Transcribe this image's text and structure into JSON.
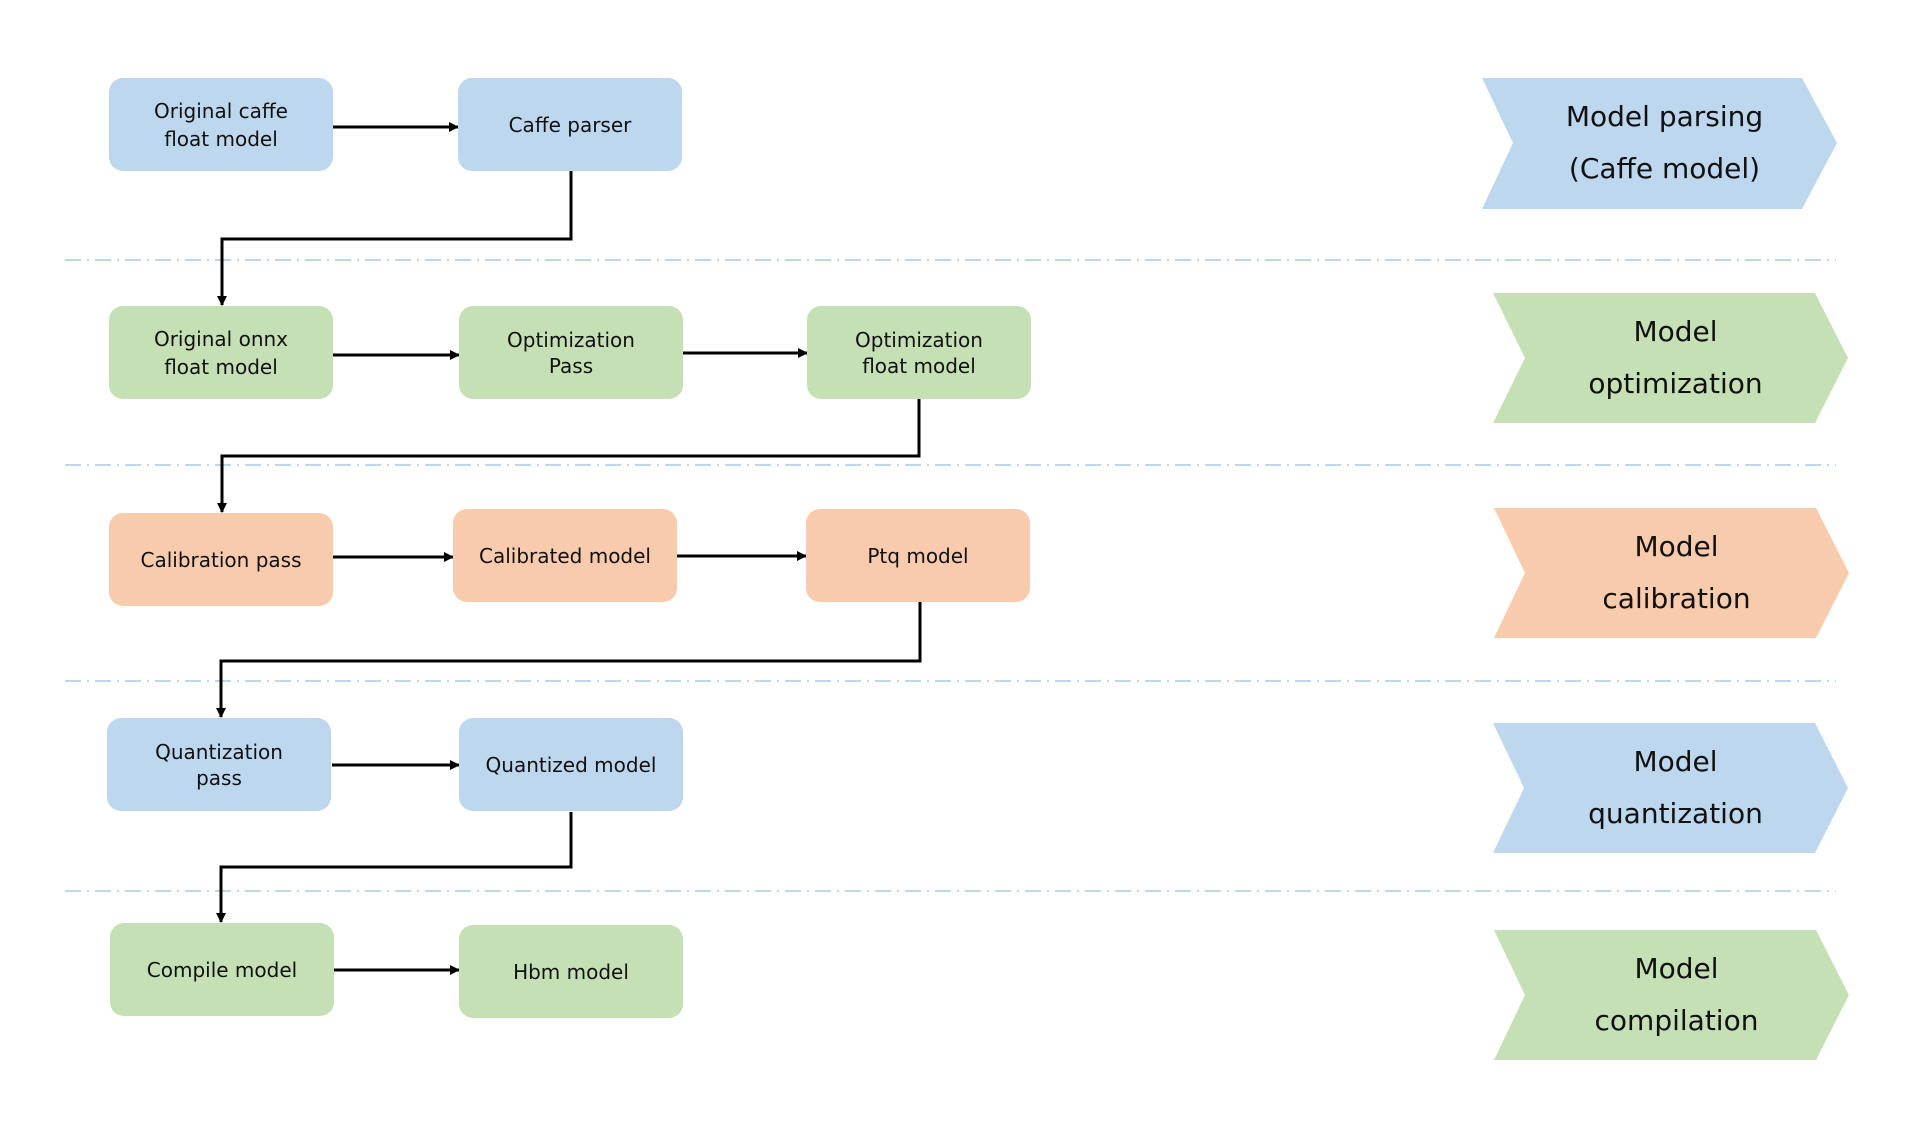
{
  "colors": {
    "blue": "#BDD7EE",
    "green": "#C5E0B4",
    "orange": "#F8CBAD",
    "separator": "#BDD7EE",
    "arrow": "#000000"
  },
  "rows": [
    {
      "stage": "Model parsing\n(Caffe model)",
      "color": "blue",
      "nodes": [
        "Original caffe\nfloat model",
        "Caffe parser"
      ]
    },
    {
      "stage": "Model\noptimization",
      "color": "green",
      "nodes": [
        "Original onnx\nfloat model",
        "Optimization\nPass",
        "Optimization\nfloat model"
      ]
    },
    {
      "stage": "Model\ncalibration",
      "color": "orange",
      "nodes": [
        "Calibration pass",
        "Calibrated model",
        "Ptq model"
      ]
    },
    {
      "stage": "Model\nquantization",
      "color": "blue",
      "nodes": [
        "Quantization\npass",
        "Quantized model"
      ]
    },
    {
      "stage": "Model\ncompilation",
      "color": "green",
      "nodes": [
        "Compile model",
        "Hbm model"
      ]
    }
  ]
}
